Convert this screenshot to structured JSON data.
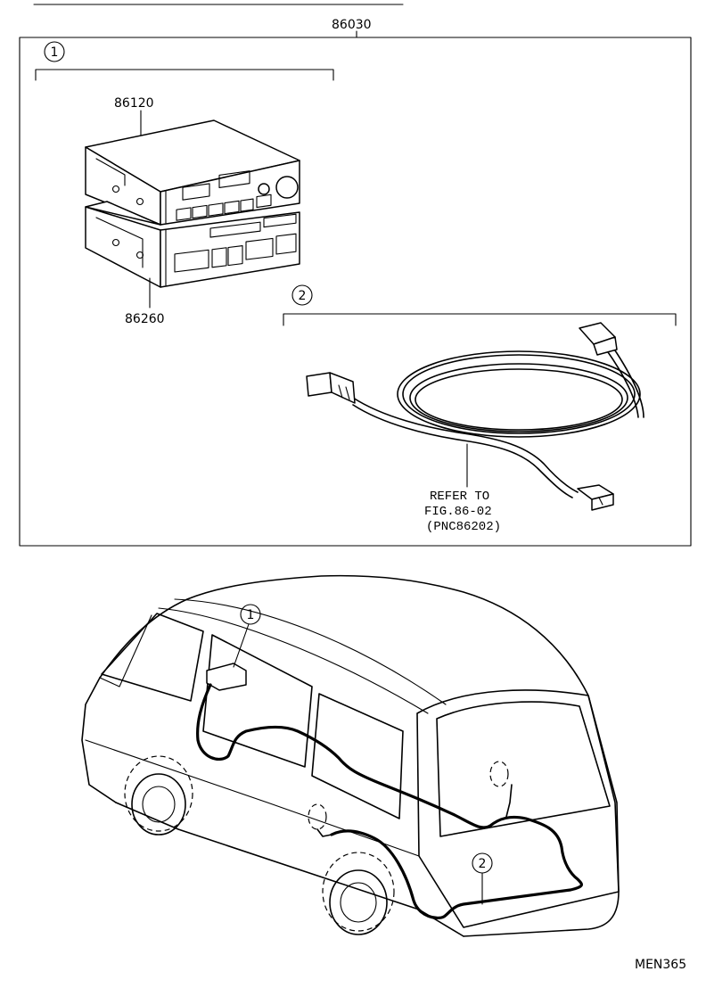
{
  "assembly_part_number": "86030",
  "group_1": {
    "callout": "1",
    "upper_part_number": "86120",
    "lower_part_number": "86260"
  },
  "group_2": {
    "callout": "2",
    "note_line_1": "REFER TO",
    "note_line_2": "FIG.86-02",
    "note_line_3": "(PNC86202)"
  },
  "vehicle_view": {
    "callout_1": "1",
    "callout_2": "2"
  },
  "figure_code": "MEN365"
}
